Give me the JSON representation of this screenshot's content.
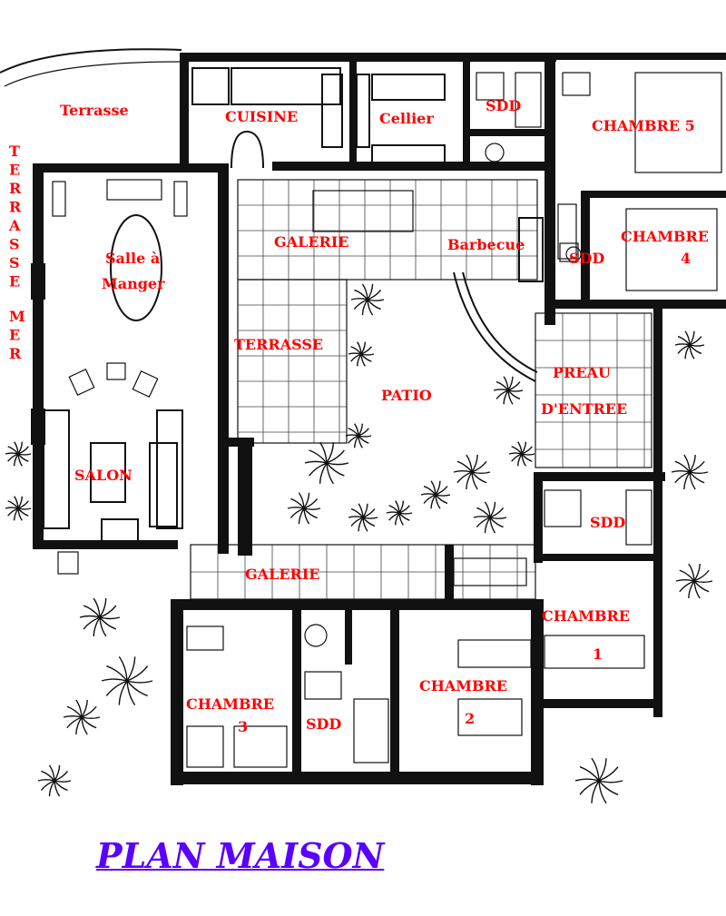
{
  "title": "PLAN MAISON",
  "colors": {
    "label": "#ff0000",
    "title": "#5a00ff",
    "walls": "#111111",
    "background": "#ffffff"
  },
  "rooms": {
    "terrasse_top": "Terrasse",
    "cuisine": "CUISINE",
    "cellier": "Cellier",
    "sdd_top": "SDD",
    "chambre5": "CHAMBRE 5",
    "terrasse_mer": [
      "T",
      "E",
      "R",
      "R",
      "A",
      "S",
      "S",
      "E",
      "",
      "M",
      "E",
      "R"
    ],
    "salle_line1": "Salle à",
    "salle_line2": "Manger",
    "galerie_top": "GALERIE",
    "barbecue": "Barbecue",
    "sdd_ch4": "SDD",
    "chambre4_line1": "CHAMBRE",
    "chambre4_line2": "4",
    "terrasse_mid": "TERRASSE",
    "patio": "PATIO",
    "preau_line1": "PREAU",
    "preau_line2": "D'ENTREE",
    "salon": "SALON",
    "sdd_right": "SDD",
    "galerie_bottom": "GALERIE",
    "chambre1_line1": "CHAMBRE",
    "chambre1_line2": "1",
    "chambre2_line1": "CHAMBRE",
    "chambre2_line2": "2",
    "chambre3_line1": "CHAMBRE",
    "chambre3_line2": "3",
    "sdd_bottom": "SDD"
  }
}
